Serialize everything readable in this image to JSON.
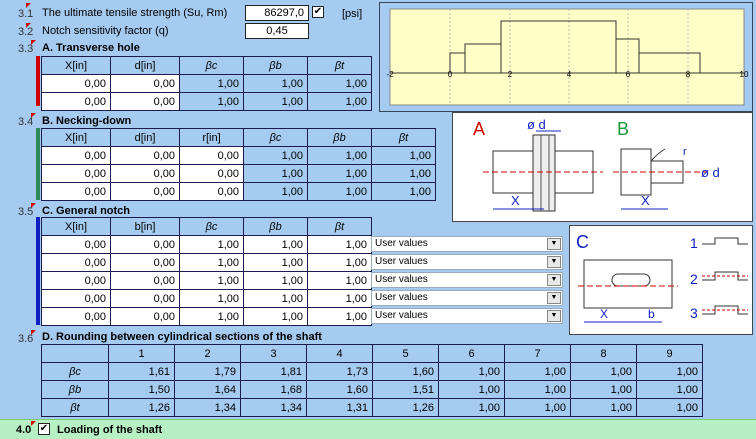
{
  "header": {
    "s31_num": "3.1",
    "s31_label": "The ultimate tensile strength (Su, Rm)",
    "s31_value": "86297,0",
    "s31_unit": "[psi]",
    "s32_num": "3.2",
    "s32_label": "Notch sensitivity factor (q)",
    "s32_value": "0,45"
  },
  "secA": {
    "num": "3.3",
    "title": "A. Transverse hole",
    "headers": [
      "X[in]",
      "d[in]",
      "βc",
      "βb",
      "βt"
    ],
    "rows": [
      [
        "0,00",
        "0,00",
        "1,00",
        "1,00",
        "1,00"
      ],
      [
        "0,00",
        "0,00",
        "1,00",
        "1,00",
        "1,00"
      ]
    ]
  },
  "secB": {
    "num": "3.4",
    "title": "B. Necking-down",
    "headers": [
      "X[in]",
      "d[in]",
      "r[in]",
      "βc",
      "βb",
      "βt"
    ],
    "rows": [
      [
        "0,00",
        "0,00",
        "0,00",
        "1,00",
        "1,00",
        "1,00"
      ],
      [
        "0,00",
        "0,00",
        "0,00",
        "1,00",
        "1,00",
        "1,00"
      ],
      [
        "0,00",
        "0,00",
        "0,00",
        "1,00",
        "1,00",
        "1,00"
      ]
    ]
  },
  "secC": {
    "num": "3.5",
    "title": "C. General notch",
    "headers": [
      "X[in]",
      "b[in]",
      "βc",
      "βb",
      "βt"
    ],
    "rows": [
      [
        "0,00",
        "0,00",
        "1,00",
        "1,00",
        "1,00"
      ],
      [
        "0,00",
        "0,00",
        "1,00",
        "1,00",
        "1,00"
      ],
      [
        "0,00",
        "0,00",
        "1,00",
        "1,00",
        "1,00"
      ],
      [
        "0,00",
        "0,00",
        "1,00",
        "1,00",
        "1,00"
      ],
      [
        "0,00",
        "0,00",
        "1,00",
        "1,00",
        "1,00"
      ]
    ],
    "dropdown": "User values"
  },
  "secD": {
    "num": "3.6",
    "title": "D. Rounding between cylindrical sections of the shaft",
    "cols": [
      "1",
      "2",
      "3",
      "4",
      "5",
      "6",
      "7",
      "8",
      "9"
    ],
    "rows": [
      {
        "label": "βc",
        "values": [
          "1,61",
          "1,79",
          "1,81",
          "1,73",
          "1,60",
          "1,00",
          "1,00",
          "1,00",
          "1,00"
        ]
      },
      {
        "label": "βb",
        "values": [
          "1,50",
          "1,64",
          "1,68",
          "1,60",
          "1,51",
          "1,00",
          "1,00",
          "1,00",
          "1,00"
        ]
      },
      {
        "label": "βt",
        "values": [
          "1,26",
          "1,34",
          "1,34",
          "1,31",
          "1,26",
          "1,00",
          "1,00",
          "1,00",
          "1,00"
        ]
      }
    ]
  },
  "shaft_axis": {
    "ticks": [
      "-2",
      "0",
      "2",
      "4",
      "6",
      "8",
      "10"
    ]
  },
  "diagrams": {
    "labelA": "A",
    "labelB": "B",
    "labelC": "C",
    "od": "ø d",
    "x": "X",
    "r": "r",
    "b": "b",
    "n1": "1",
    "n2": "2",
    "n3": "3"
  },
  "footer": {
    "num": "4.0",
    "title": "Loading of the shaft"
  },
  "colors": {
    "background": "#a6cbf0",
    "accentA": "#d00000",
    "accentB": "#2e8b57",
    "accentC": "#1020c0",
    "footer": "#b7f0c2"
  }
}
